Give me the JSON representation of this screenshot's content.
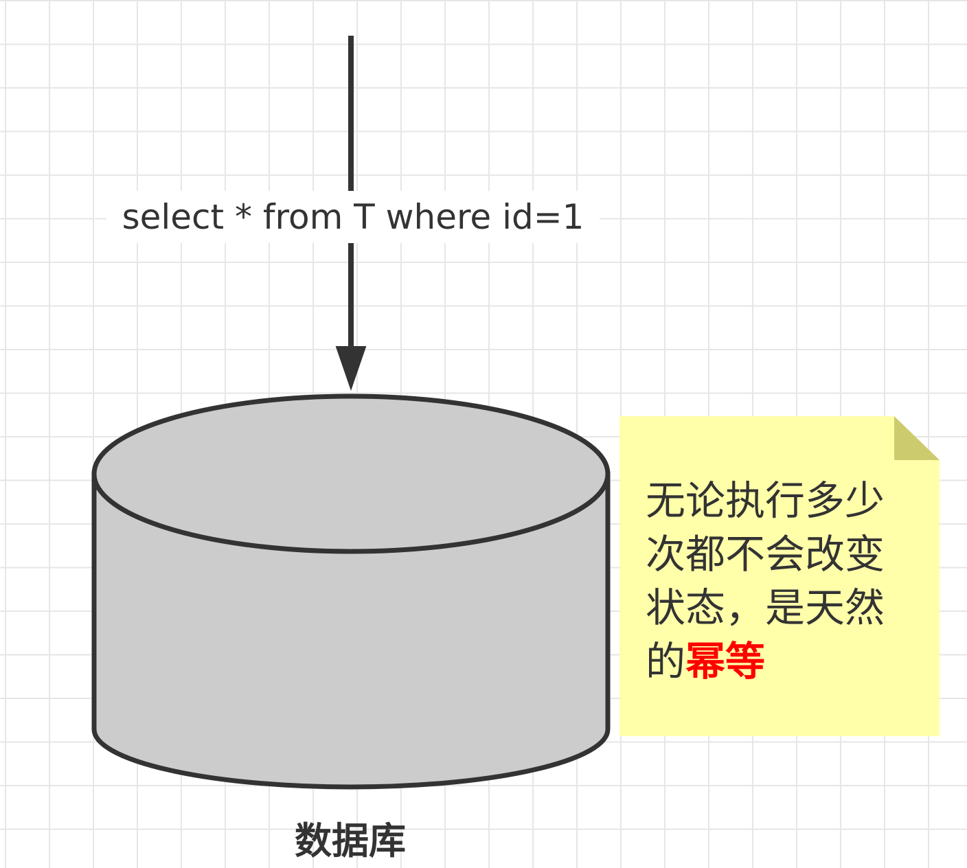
{
  "diagram": {
    "query_label": "select * from T where id=1",
    "database_label": "数据库",
    "note": {
      "text": "无论执行多少次都不会改变状态，是天然的",
      "highlight": "幂等",
      "highlight_color": "#ff0000",
      "background_color": "#ffffaa",
      "fold_color": "#cccc6e"
    },
    "cylinder_fill_color": "#cccccc",
    "stroke_color": "#333333",
    "grid_color": "#e6e6e6"
  }
}
